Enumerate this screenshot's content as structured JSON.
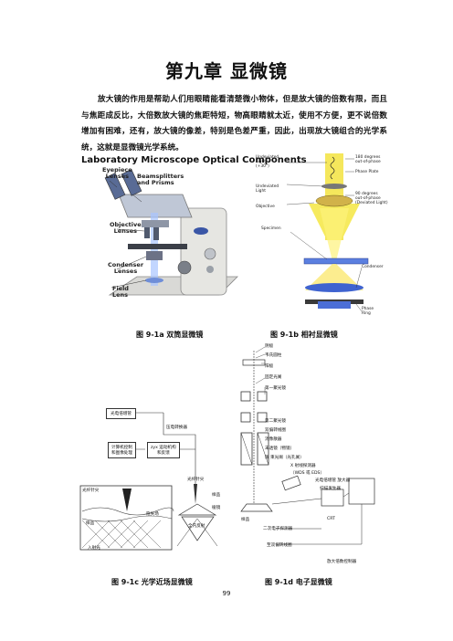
{
  "chapter_title": "第九章    显微镜",
  "intro_paragraph": "放大镜的作用是帮助人们用眼睛能看清楚微小物体，但是放大镜的倍数有限，而且与焦距成反比，大倍数放大镜的焦距特短，物高眼睛就太近，使用不方便，更不说倍数增加有困难，还有，放大镜的像差，特别是色差严重，因此，出现放大镜组合的光学系统，这就是显微镜光学系统。",
  "fig_a": {
    "title": "Laboratory Microscope Optical Components",
    "labels": {
      "eyepiece": "Eyepiece\nLenses",
      "beamsplitters": "Beamsplitters\nand Prisms",
      "objective": "Objective\nLenses",
      "condenser": "Condenser\nLenses",
      "field": "Field\nLens"
    },
    "caption": "图 9-1a  双筒显微镜"
  },
  "fig_b": {
    "labels": {
      "undeviated_top": "Undeviated\nLight\n(+30°)",
      "deg180": "180 degrees\nout-of-phase",
      "phase_plate": "Phase Plate",
      "undeviated_mid": "Undeviated\nLight",
      "deg90": "90 degrees\nout-of-phase\n(Deviated Light)",
      "objective": "Objective",
      "specimen": "Specimen",
      "condenser": "Condenser",
      "phase_ring": "Phase\nRing"
    },
    "caption": "图 9-1b  相衬显微镜"
  },
  "fig_c": {
    "boxes": {
      "photomultiplier": "光电倍增管",
      "piezo": "压电转换器",
      "computer": "计算机控制\n和图像处理",
      "zyx": "zyx 运动机构\n和反馈"
    },
    "labels": {
      "fiber_tip": "光纤针尖",
      "fiber_tip2": "光纤针尖",
      "sample": "样品",
      "prism": "棱镜",
      "total_reflection": "全内反射",
      "evanescent": "隐失场",
      "sample2": "样品",
      "incident": "入射光"
    },
    "caption": "图 9-1c 光学近场显微镜"
  },
  "fig_d": {
    "labels": [
      "阴极",
      "韦氏圆柱",
      "阳极",
      "固定光阑",
      "第一聚光镜",
      "第二聚光镜",
      "双偏转线圈",
      "消像散器",
      "末透镜（物镜）",
      "限 束光阑（光孔阑）",
      "X 射线探测器",
      "（WDS 或 EDS）",
      "光电倍增管 放大器",
      "扫描发生器",
      "CRT",
      "样品",
      "二次电子探测器",
      "至双偏转线圈",
      "放大倍数控制器"
    ],
    "caption": "图 9-1d  电子显微镜"
  },
  "page_number": "99"
}
